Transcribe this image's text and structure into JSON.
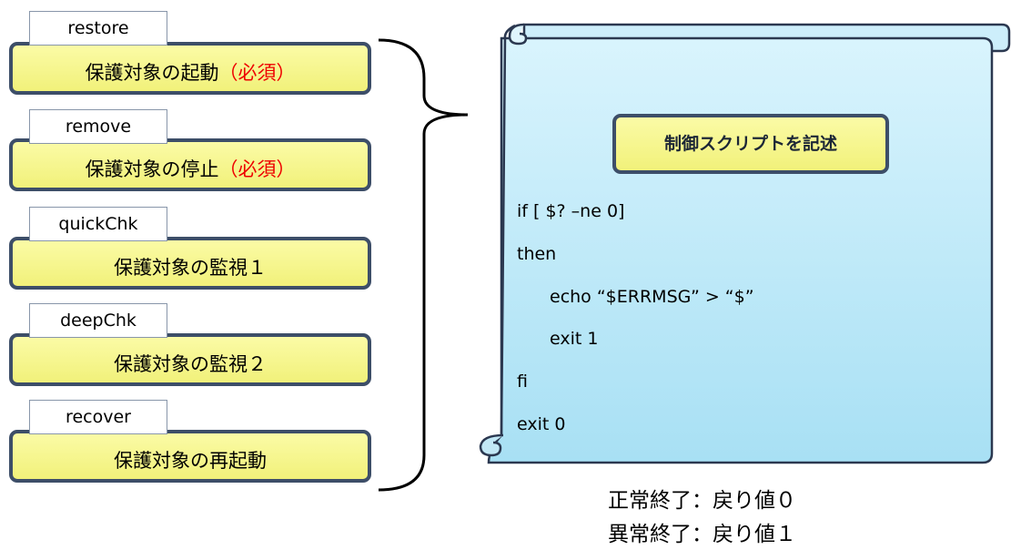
{
  "commands": [
    {
      "tab": "restore",
      "description": "保護対象の起動",
      "required": "（必須）"
    },
    {
      "tab": "remove",
      "description": "保護対象の停止",
      "required": "（必須）"
    },
    {
      "tab": "quickChk",
      "description": "保護対象の監視１",
      "required": ""
    },
    {
      "tab": "deepChk",
      "description": "保護対象の監視２",
      "required": ""
    },
    {
      "tab": "recover",
      "description": "保護対象の再起動",
      "required": ""
    }
  ],
  "scroll": {
    "title": "制御スクリプトを記述",
    "lines": [
      "if [ $? –ne 0]",
      "then",
      "echo “$ERRMSG” > “$”",
      "exit 1",
      "fi",
      "exit 0"
    ]
  },
  "notes": {
    "normal": "正常終了：戻り値０",
    "abnormal": "異常終了：戻り値１"
  },
  "colors": {
    "box_fill": "#f6f68a",
    "box_border": "#3d4e68",
    "required_text": "#ee0000",
    "scroll_fill": "#bde9f8"
  }
}
